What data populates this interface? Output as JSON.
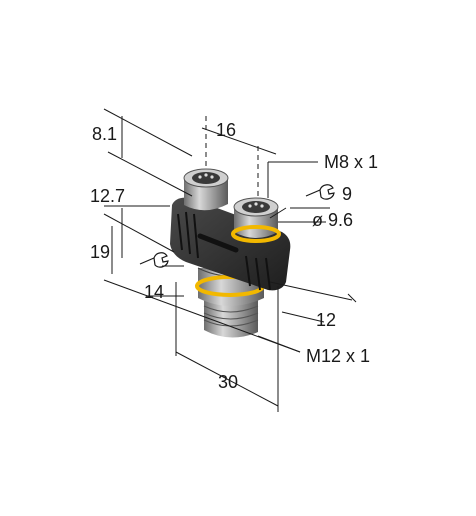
{
  "labels": {
    "dim_8_1": "8.1",
    "dim_16": "16",
    "dim_m8": "M8 x 1",
    "dim_wrench_9": "9",
    "dim_12_7": "12.7",
    "dim_dia_9_6": "ø 9.6",
    "dim_19": "19",
    "dim_wrench_14": "14",
    "dim_12": "12",
    "dim_m12": "M12 x 1",
    "dim_30": "30"
  },
  "icons": {
    "wrench": "wrench-icon"
  },
  "colors": {
    "body": "#2b2b2b",
    "coupling_nut": "#9a9a9a",
    "seal_ring": "#f2b800",
    "line": "#1a1a1a"
  }
}
